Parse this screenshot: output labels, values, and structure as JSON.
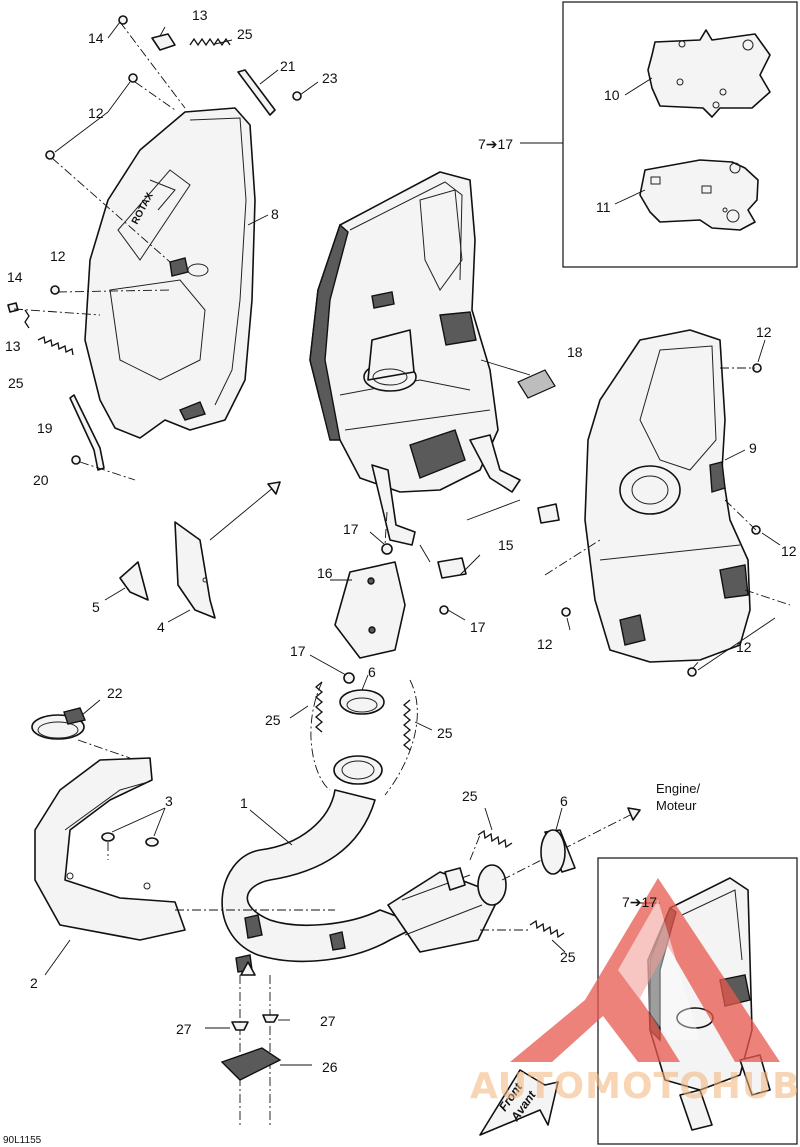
{
  "diagram": {
    "callouts": {
      "c1": "1",
      "c2": "2",
      "c3": "3",
      "c4": "4",
      "c5": "5",
      "c6a": "6",
      "c6b": "6",
      "c7_17a": "7➔17",
      "c7_17b": "7➔17",
      "c8": "8",
      "c9": "9",
      "c10": "10",
      "c11": "11",
      "c12a": "12",
      "c12b": "12",
      "c12c": "12",
      "c12d": "12",
      "c12e": "12",
      "c12f": "12",
      "c13a": "13",
      "c13b": "13",
      "c14a": "14",
      "c14b": "14",
      "c15": "15",
      "c16": "16",
      "c17a": "17",
      "c17b": "17",
      "c17c": "17",
      "c18": "18",
      "c19": "19",
      "c20": "20",
      "c21": "21",
      "c22": "22",
      "c23": "23",
      "c25a": "25",
      "c25b": "25",
      "c25c": "25",
      "c25d": "25",
      "c25e": "25",
      "c25f": "25",
      "c26": "26",
      "c27a": "27",
      "c27b": "27"
    },
    "engine_label_line1": "Engine/",
    "engine_label_line2": "Moteur",
    "front_line1": "Front",
    "front_line2": "Avant",
    "drawing_code": "90L1155",
    "watermark": "AUTOMOTOHUB",
    "muffler_logo": "ROTAX",
    "colors": {
      "watermark": "#e8594f",
      "watermark_text": "#f2b37a",
      "ink": "#111111"
    }
  }
}
